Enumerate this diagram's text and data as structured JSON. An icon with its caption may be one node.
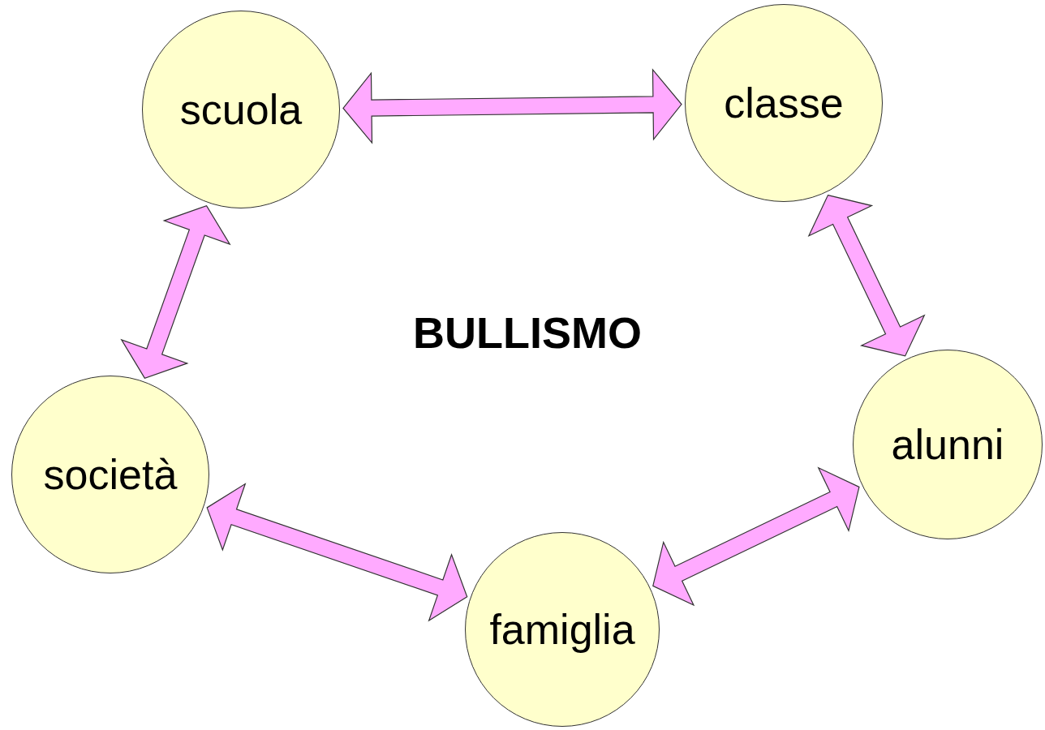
{
  "diagram": {
    "nodes": [
      {
        "text": [
          "scuola"
        ]
      },
      {
        "text": [
          "classe"
        ]
      },
      {
        "text": [
          "alunni"
        ]
      },
      {
        "text": [
          "famiglia"
        ]
      },
      {
        "text": [
          "società"
        ]
      }
    ],
    "edges": [
      {
        "from": 0,
        "to": 1,
        "arrow": "both"
      },
      {
        "from": 1,
        "to": 2,
        "arrow": "both"
      },
      {
        "from": 2,
        "to": 3,
        "arrow": "both"
      },
      {
        "from": 3,
        "to": 4,
        "arrow": "both"
      },
      {
        "from": 4,
        "to": 0,
        "arrow": "both"
      }
    ],
    "labels": [
      "BULLISMO"
    ]
  }
}
